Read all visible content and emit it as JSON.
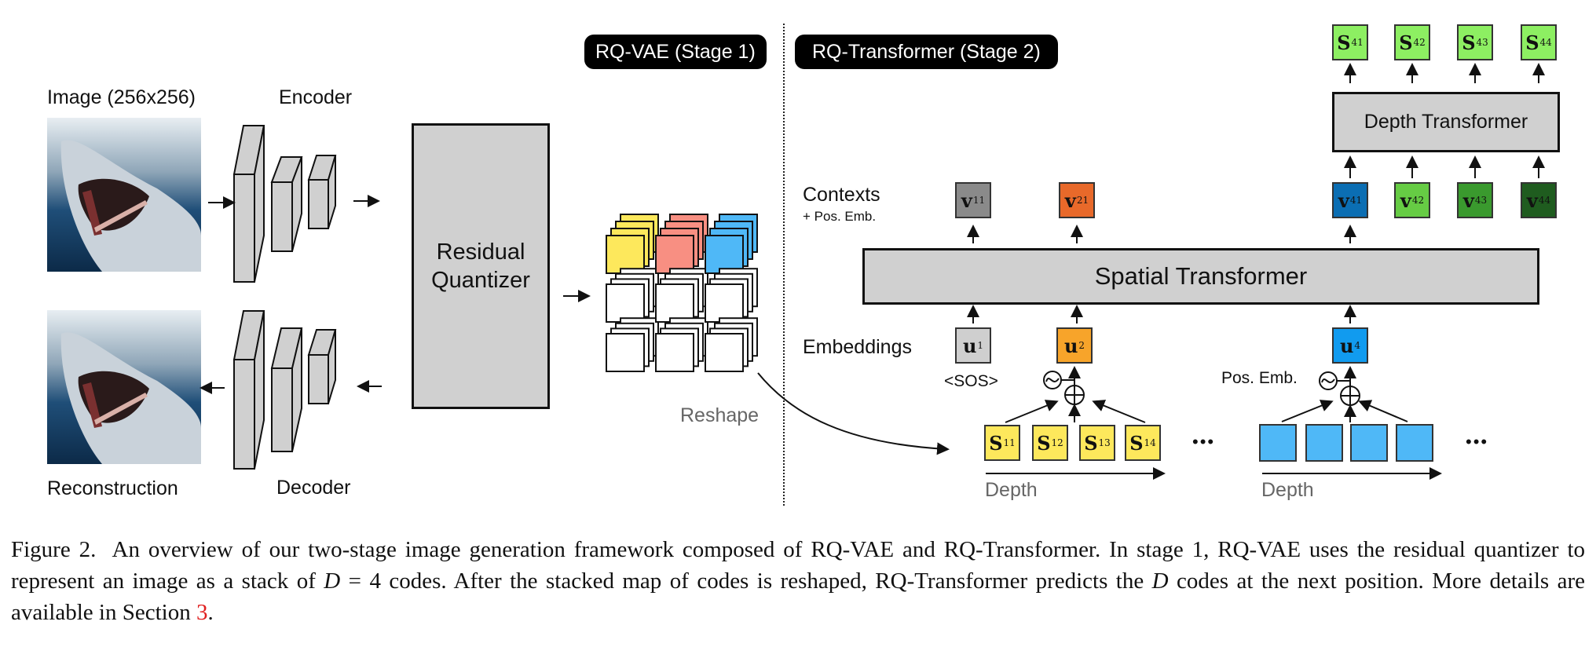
{
  "figure": {
    "stage1_label": "RQ-VAE (Stage 1)",
    "stage2_label": "RQ-Transformer (Stage 2)",
    "image_label": "Image (256x256)",
    "reconstruction_label": "Reconstruction",
    "encoder_label": "Encoder",
    "decoder_label": "Decoder",
    "quantizer_line1": "Residual",
    "quantizer_line2": "Quantizer",
    "reshape_label": "Reshape",
    "contexts_label": "Contexts",
    "contexts_sub_label": "+ Pos. Emb.",
    "embeddings_label": "Embeddings",
    "sos_label": "<SOS>",
    "pos_emb_label": "Pos. Emb.",
    "spatial_transformer_label": "Spatial Transformer",
    "depth_transformer_label": "Depth Transformer",
    "depth_axis_label_1": "Depth",
    "depth_axis_label_2": "Depth",
    "ellipsis": "•••",
    "code_stack_colors": [
      "#fde85c",
      "#f88f82",
      "#4fb8f7"
    ],
    "context_tokens": [
      {
        "sym": "v",
        "sub": "11",
        "color": "#8a8a8a"
      },
      {
        "sym": "v",
        "sub": "21",
        "color": "#e8692a"
      },
      {
        "sym": "v",
        "sub": "41",
        "color": "#0b6eb3"
      },
      {
        "sym": "v",
        "sub": "42",
        "color": "#66cc44"
      },
      {
        "sym": "v",
        "sub": "43",
        "color": "#3a9a2e"
      },
      {
        "sym": "v",
        "sub": "44",
        "color": "#1f5c1f"
      }
    ],
    "output_tokens": [
      {
        "sym": "S",
        "sub": "41",
        "color": "#8def62"
      },
      {
        "sym": "S",
        "sub": "42",
        "color": "#8def62"
      },
      {
        "sym": "S",
        "sub": "43",
        "color": "#8def62"
      },
      {
        "sym": "S",
        "sub": "44",
        "color": "#8def62"
      }
    ],
    "embedding_tokens": [
      {
        "sym": "u",
        "sub": "1",
        "color": "#cfcfcf"
      },
      {
        "sym": "u",
        "sub": "2",
        "color": "#f7a42a"
      },
      {
        "sym": "u",
        "sub": "4",
        "color": "#119bef"
      }
    ],
    "code_tokens_pos1": [
      {
        "sym": "S",
        "sub": "11",
        "color": "#fde85c"
      },
      {
        "sym": "S",
        "sub": "12",
        "color": "#fde85c"
      },
      {
        "sym": "S",
        "sub": "13",
        "color": "#fde85c"
      },
      {
        "sym": "S",
        "sub": "14",
        "color": "#fde85c"
      }
    ],
    "code_tokens_pos3_color": "#4fb8f7"
  },
  "caption": {
    "figure_number": "Figure 2.",
    "part1": "An overview of our two-stage image generation framework composed of RQ-VAE and RQ-Transformer. In stage 1, RQ-VAE uses the residual quantizer to represent an image as a stack of ",
    "math_D1": "D",
    "math_eq": " = 4",
    "part2": " codes. After the stacked map of codes is reshaped, RQ-Transformer predicts the ",
    "math_D2": "D",
    "part3": " codes at the next position. More details are available in Section ",
    "section_ref": "3",
    "part4": "."
  }
}
